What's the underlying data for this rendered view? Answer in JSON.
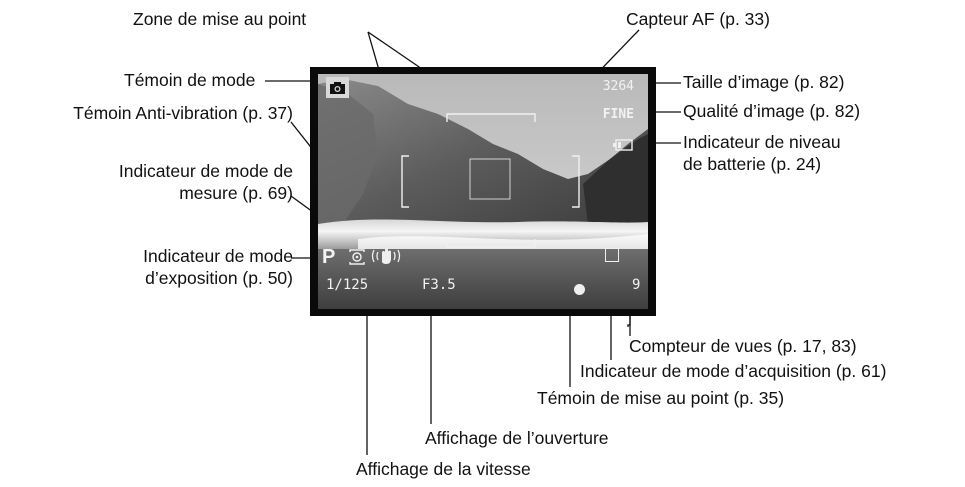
{
  "osd": {
    "image_size": "3264",
    "quality": "FINE",
    "exposure_mode": "P",
    "shutter_speed": "1/125",
    "aperture": "F3.5",
    "frame_count": "9"
  },
  "labels": {
    "focus_zone": "Zone de mise au point",
    "af_sensor": "Capteur AF (p. 33)",
    "mode_indicator": "Témoin de mode",
    "image_size": "Taille d’image  (p. 82)",
    "image_quality": "Qualité d’image (p. 82)",
    "battery_line1": "Indicateur de niveau",
    "battery_line2": "de batterie (p. 24)",
    "anti_vibration": "Témoin Anti-vibration (p. 37)",
    "metering_line1": "Indicateur de mode de",
    "metering_line2": "mesure (p. 69)",
    "exposure_line1": "Indicateur de mode",
    "exposure_line2": "d’exposition (p. 50)",
    "frame_counter": "Compteur de vues (p. 17, 83)",
    "drive_mode": "Indicateur de mode d’acquisition (p. 61)",
    "focus_signal": "Témoin de mise au point (p. 35)",
    "aperture_display": "Affichage de l’ouverture",
    "shutter_display": "Affichage de la vitesse"
  }
}
